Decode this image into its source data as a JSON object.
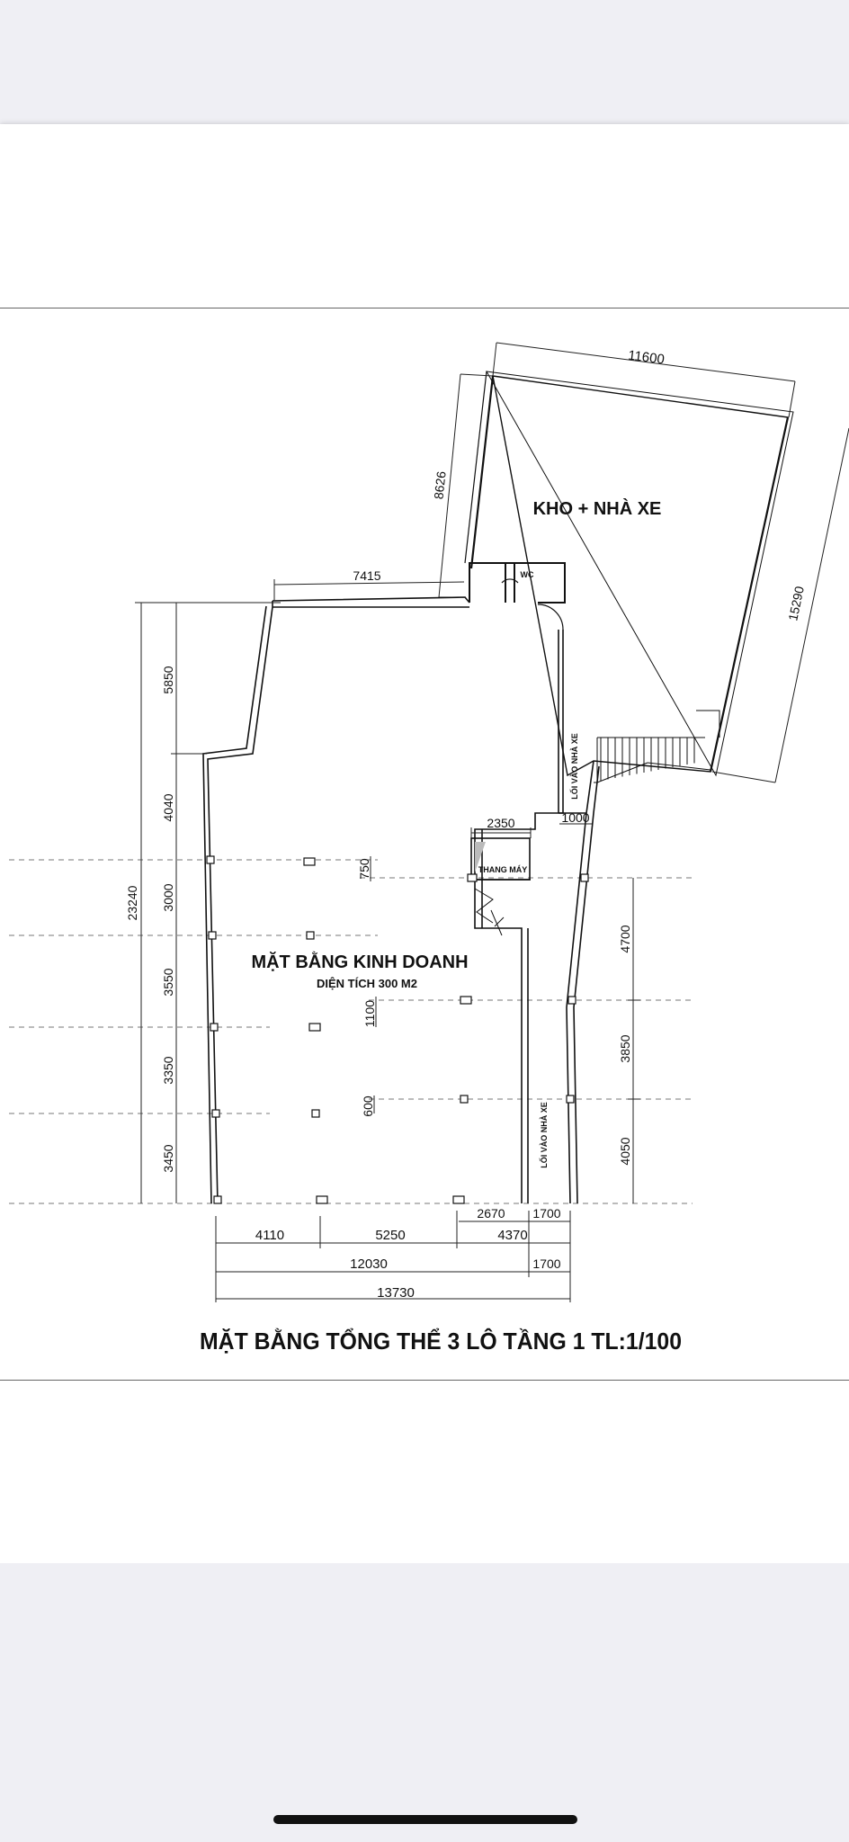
{
  "drawing": {
    "title": "MẶT BẰNG TỔNG THỂ 3 LÔ TẦNG 1 TL:1/100",
    "rooms": {
      "storage": "KHO + NHÀ XE",
      "wc": "WC",
      "elevator": "THANG MÁY",
      "business": "MẶT BẰNG KINH DOANH",
      "business_area": "DIỆN TÍCH 300 M2",
      "entrance_upper": "LỐI VÀO NHÀ XE",
      "entrance_lower": "LỐI VÀO NHÀ XE"
    },
    "dimensions": {
      "top_width": "11600",
      "storage_left": "8626",
      "storage_right": "15290",
      "wall_top": "7415",
      "total_height": "23240",
      "left_5850": "5850",
      "left_4040": "4040",
      "left_3000": "3000",
      "left_3550": "3550",
      "left_3350": "3350",
      "left_3450": "3450",
      "elevator_width": "2350",
      "entry_1000": "1000",
      "inner_750": "750",
      "inner_1100": "1100",
      "inner_600": "600",
      "right_4700": "4700",
      "right_3850": "3850",
      "right_4050": "4050",
      "bottom_2670": "2670",
      "bottom_1700_a": "1700",
      "bottom_4110": "4110",
      "bottom_5250": "5250",
      "bottom_4370": "4370",
      "bottom_12030": "12030",
      "bottom_1700_b": "1700",
      "bottom_13730": "13730"
    }
  }
}
